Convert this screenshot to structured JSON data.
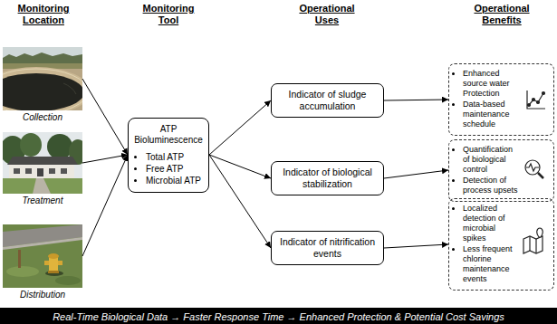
{
  "diagram": {
    "nodes": [
      {
        "text": [
          "Collection"
        ]
      },
      {
        "text": [
          "Treatment"
        ]
      },
      {
        "text": [
          "Distribution"
        ]
      },
      {
        "text": [
          "ATP Bioluminescence",
          "Total ATP",
          "Free ATP",
          "Microbial ATP"
        ]
      },
      {
        "text": [
          "Indicator of sludge accumulation"
        ]
      },
      {
        "text": [
          "Indicator of biological stabilization"
        ]
      },
      {
        "text": [
          "Indicator of nitrification events"
        ]
      },
      {
        "text": [
          "Enhanced source water Protection",
          "Data-based maintenance schedule"
        ]
      },
      {
        "text": [
          "Quantification of biological control",
          "Detection of process upsets"
        ]
      },
      {
        "text": [
          "Localized detection of microbial spikes",
          "Less frequent chlorine maintenance events"
        ]
      },
      {
        "text": [
          "Real-Time Biological Data → Faster Response Time → Enhanced Protection & Potential Cost Savings"
        ]
      }
    ],
    "edges": [
      {
        "from": 0,
        "to": 3,
        "arrow": "to"
      },
      {
        "from": 1,
        "to": 3,
        "arrow": "to"
      },
      {
        "from": 2,
        "to": 3,
        "arrow": "to"
      },
      {
        "from": 3,
        "to": 4,
        "arrow": "to"
      },
      {
        "from": 3,
        "to": 5,
        "arrow": "to"
      },
      {
        "from": 3,
        "to": 6,
        "arrow": "to"
      },
      {
        "from": 4,
        "to": 7,
        "arrow": "to"
      },
      {
        "from": 5,
        "to": 8,
        "arrow": "to"
      },
      {
        "from": 6,
        "to": 9,
        "arrow": "to"
      }
    ],
    "labels": [
      "Monitoring Location",
      "Monitoring Tool",
      "Operational Uses",
      "Operational Benefits"
    ]
  }
}
